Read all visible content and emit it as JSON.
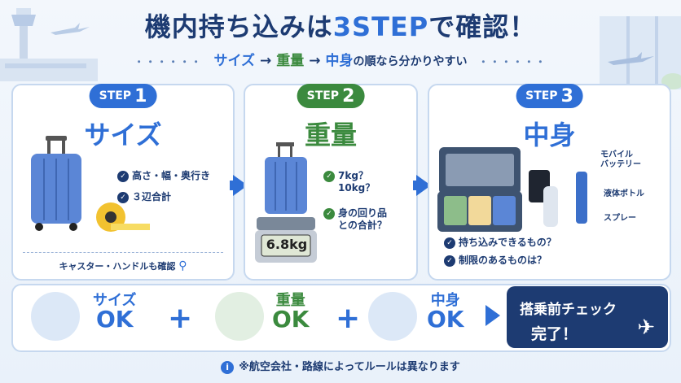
{
  "title": {
    "pre": "機内持ち込みは",
    "accent": "3STEP",
    "post": "で確認！"
  },
  "subtitle": {
    "dots": "・・・・・・",
    "size": "サイズ",
    "arrow": "→",
    "weight": "重量",
    "contents": "中身",
    "rest": "の順なら分かりやすい"
  },
  "steps": [
    {
      "label": "STEP",
      "number": "1",
      "title": "サイズ",
      "checks": [
        "高さ・幅・奥行き",
        "３辺合計"
      ],
      "note": "キャスター・ハンドルも確認"
    },
    {
      "label": "STEP",
      "number": "2",
      "title": "重量",
      "scale_reading": "6.8kg",
      "checks": [
        "7kg？\n10kg？",
        "身の回り品\nとの合計？"
      ]
    },
    {
      "label": "STEP",
      "number": "3",
      "title": "中身",
      "labels": [
        "モバイル\nバッテリー",
        "液体ボトル",
        "スプレー"
      ],
      "checks": [
        "持ち込みできるもの？",
        "制限のあるものは？"
      ]
    }
  ],
  "summary": {
    "items": [
      {
        "label": "サイズ",
        "ok": "OK"
      },
      {
        "label": "重量",
        "ok": "OK"
      },
      {
        "label": "中身",
        "ok": "OK"
      }
    ],
    "plus": "+",
    "complete_line1": "搭乗前チェック",
    "complete_line2": "完了！"
  },
  "footer": "※航空会社・路線によってルールは異なります"
}
